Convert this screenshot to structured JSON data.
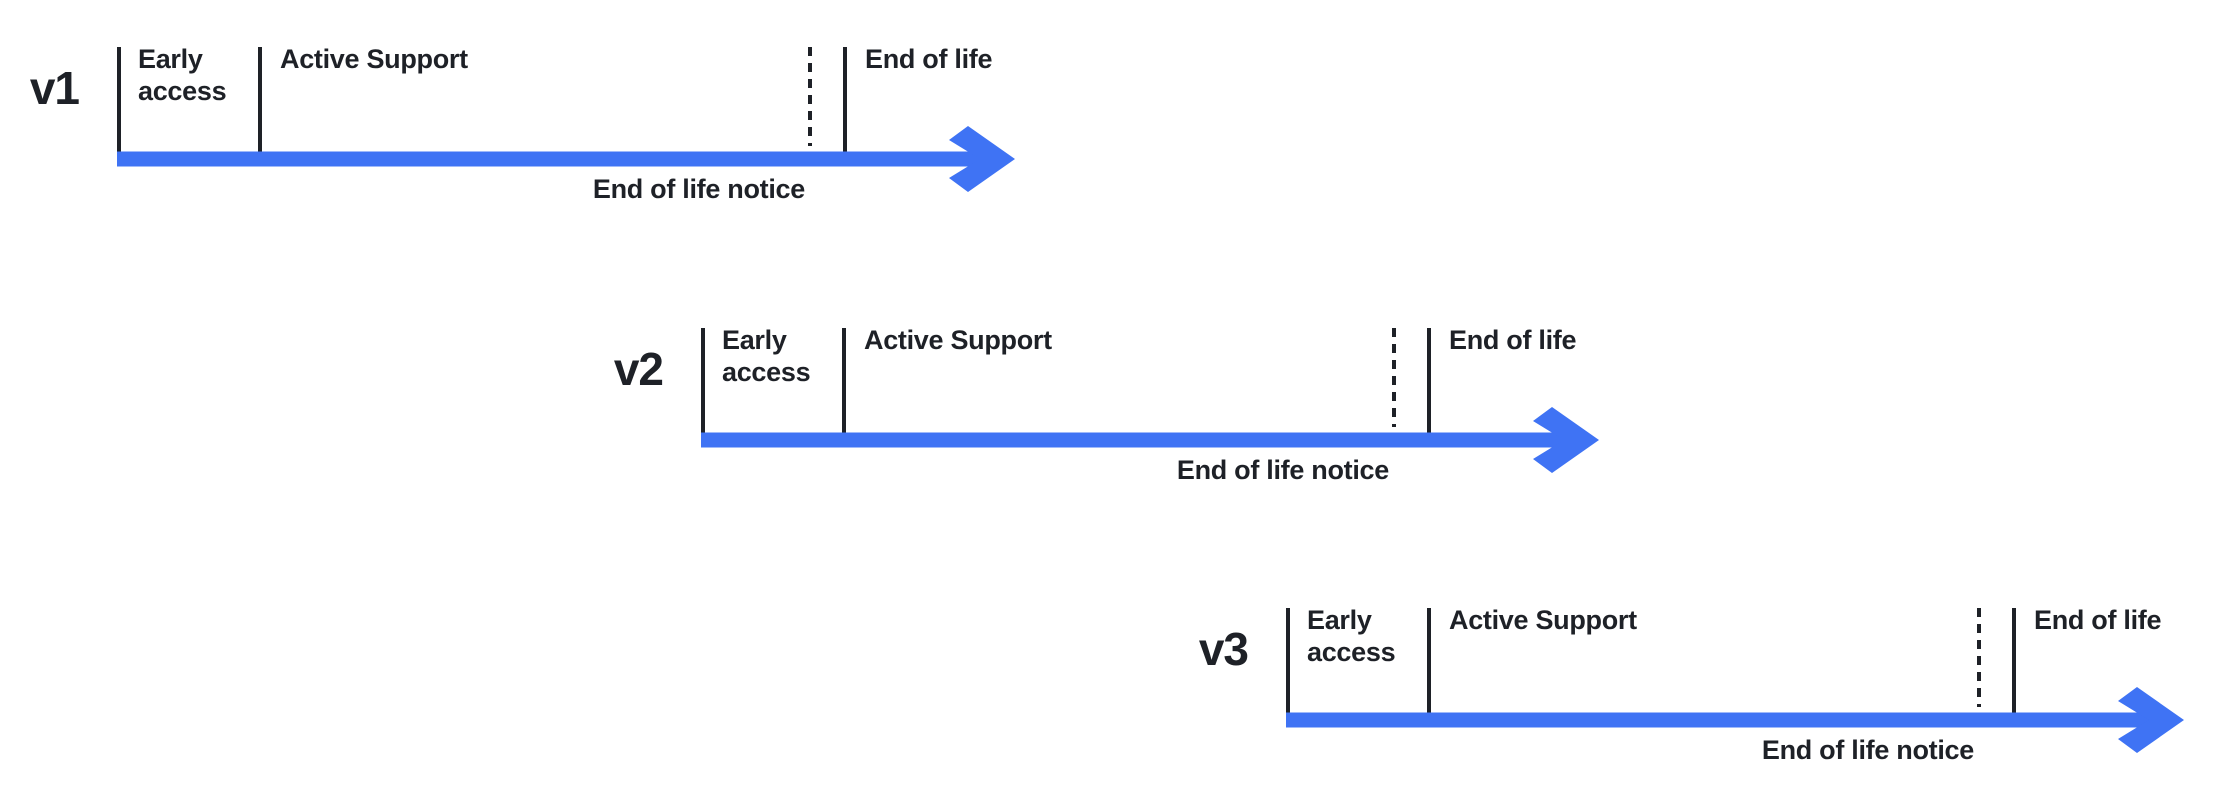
{
  "diagram": {
    "description": "Version support lifecycle timelines",
    "colors": {
      "arrow_blue": "#3f73f4",
      "ink": "#1e2127"
    },
    "rows": [
      {
        "version": "v1",
        "labels": {
          "early_access": "Early\naccess",
          "active_support": "Active Support",
          "end_of_life": "End of life",
          "end_of_life_notice": "End of life notice"
        }
      },
      {
        "version": "v2",
        "labels": {
          "early_access": "Early\naccess",
          "active_support": "Active Support",
          "end_of_life": "End of life",
          "end_of_life_notice": "End of life notice"
        }
      },
      {
        "version": "v3",
        "labels": {
          "early_access": "Early\naccess",
          "active_support": "Active Support",
          "end_of_life": "End of life",
          "end_of_life_notice": "End of life notice"
        }
      }
    ]
  }
}
